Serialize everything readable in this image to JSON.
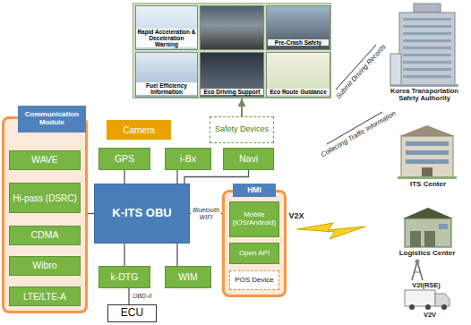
{
  "diagram": {
    "nodes": [
      {
        "text": [
          "Rapid Acceleration & Deceleration Warning",
          "Pre-Crash Safety",
          "Fuel Efficiency Information",
          "Eco Driving Support",
          "Eco Route Guidance"
        ]
      },
      {
        "text": [
          "Camera"
        ]
      },
      {
        "text": [
          "Safety Devices"
        ]
      },
      {
        "text": [
          "Communication Module"
        ]
      },
      {
        "text": [
          "WAVE"
        ],
        "in": 3
      },
      {
        "text": [
          "Hi-pass (DSRC)"
        ],
        "in": 3
      },
      {
        "text": [
          "CDMA"
        ],
        "in": 3
      },
      {
        "text": [
          "Wibro"
        ],
        "in": 3
      },
      {
        "text": [
          "LTE/LTE-A"
        ],
        "in": 3
      },
      {
        "text": [
          "GPS"
        ]
      },
      {
        "text": [
          "i-Bx"
        ]
      },
      {
        "text": [
          "Navi"
        ]
      },
      {
        "text": [
          "K-ITS OBU"
        ]
      },
      {
        "text": [
          "HMI"
        ]
      },
      {
        "text": [
          "Mobile (iOS/Android)"
        ],
        "in": 13
      },
      {
        "text": [
          "Open API"
        ],
        "in": 13
      },
      {
        "text": [
          "POS Device"
        ],
        "in": 13
      },
      {
        "text": [
          "k-DTG"
        ]
      },
      {
        "text": [
          "WIM"
        ]
      },
      {
        "text": [
          "ECU"
        ]
      }
    ],
    "edges": [
      {
        "from": 2,
        "to": 0,
        "arrow": "to"
      },
      {
        "from": 12,
        "to": 9,
        "arrow": "none"
      },
      {
        "from": 12,
        "to": 10,
        "arrow": "none"
      },
      {
        "from": 12,
        "to": 11,
        "arrow": "none"
      },
      {
        "from": 12,
        "to": 3,
        "arrow": "none"
      },
      {
        "from": 12,
        "to": 17,
        "arrow": "none"
      },
      {
        "from": 12,
        "to": 18,
        "arrow": "none"
      },
      {
        "from": 12,
        "to": 13,
        "label": "Bluetooth WIFI",
        "arrow": "none"
      },
      {
        "from": 17,
        "to": 19,
        "label": "OBD-II",
        "arrow": "none"
      }
    ],
    "labels": [
      "Submit Driving Records",
      "Collecting Traffic Information",
      "Korea Transportation Safety Authority",
      "ITS Center",
      "Logistics Center",
      "V2X",
      "V2I(RSE)",
      "V2V"
    ]
  }
}
